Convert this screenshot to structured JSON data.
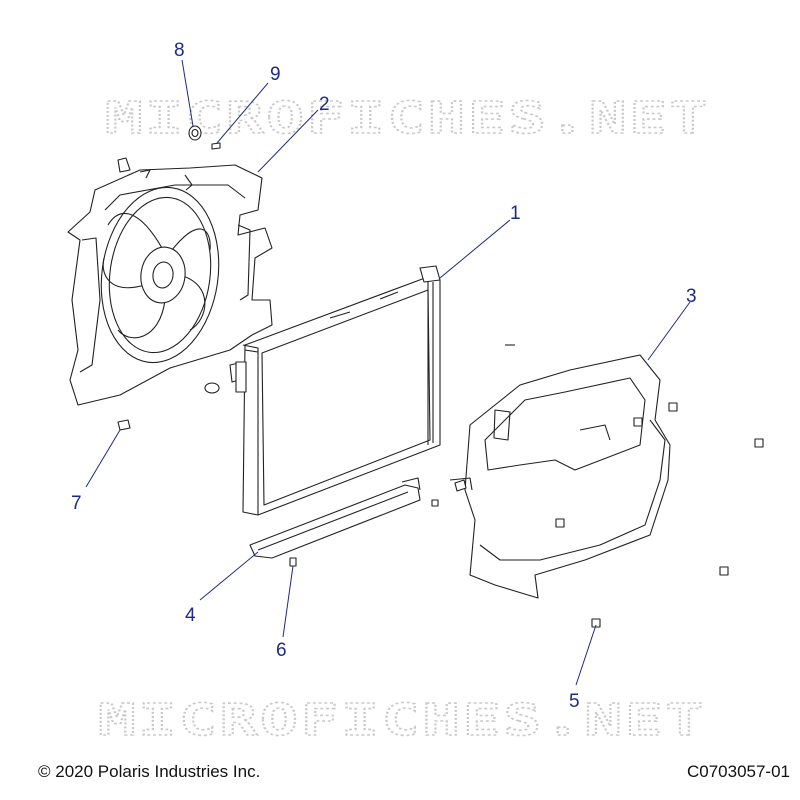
{
  "watermarks": [
    "MICROFICHES.NET",
    "MICROFICHES.NET"
  ],
  "callouts": [
    "1",
    "2",
    "3",
    "4",
    "5",
    "6",
    "7",
    "8",
    "9"
  ],
  "footer": {
    "copyright": "© 2020 Polaris Industries Inc.",
    "drawing_number": "C0703057-01"
  },
  "colors": {
    "callout": "#1c2a8c",
    "watermark": "#c9c9c9",
    "line": "#222222"
  }
}
